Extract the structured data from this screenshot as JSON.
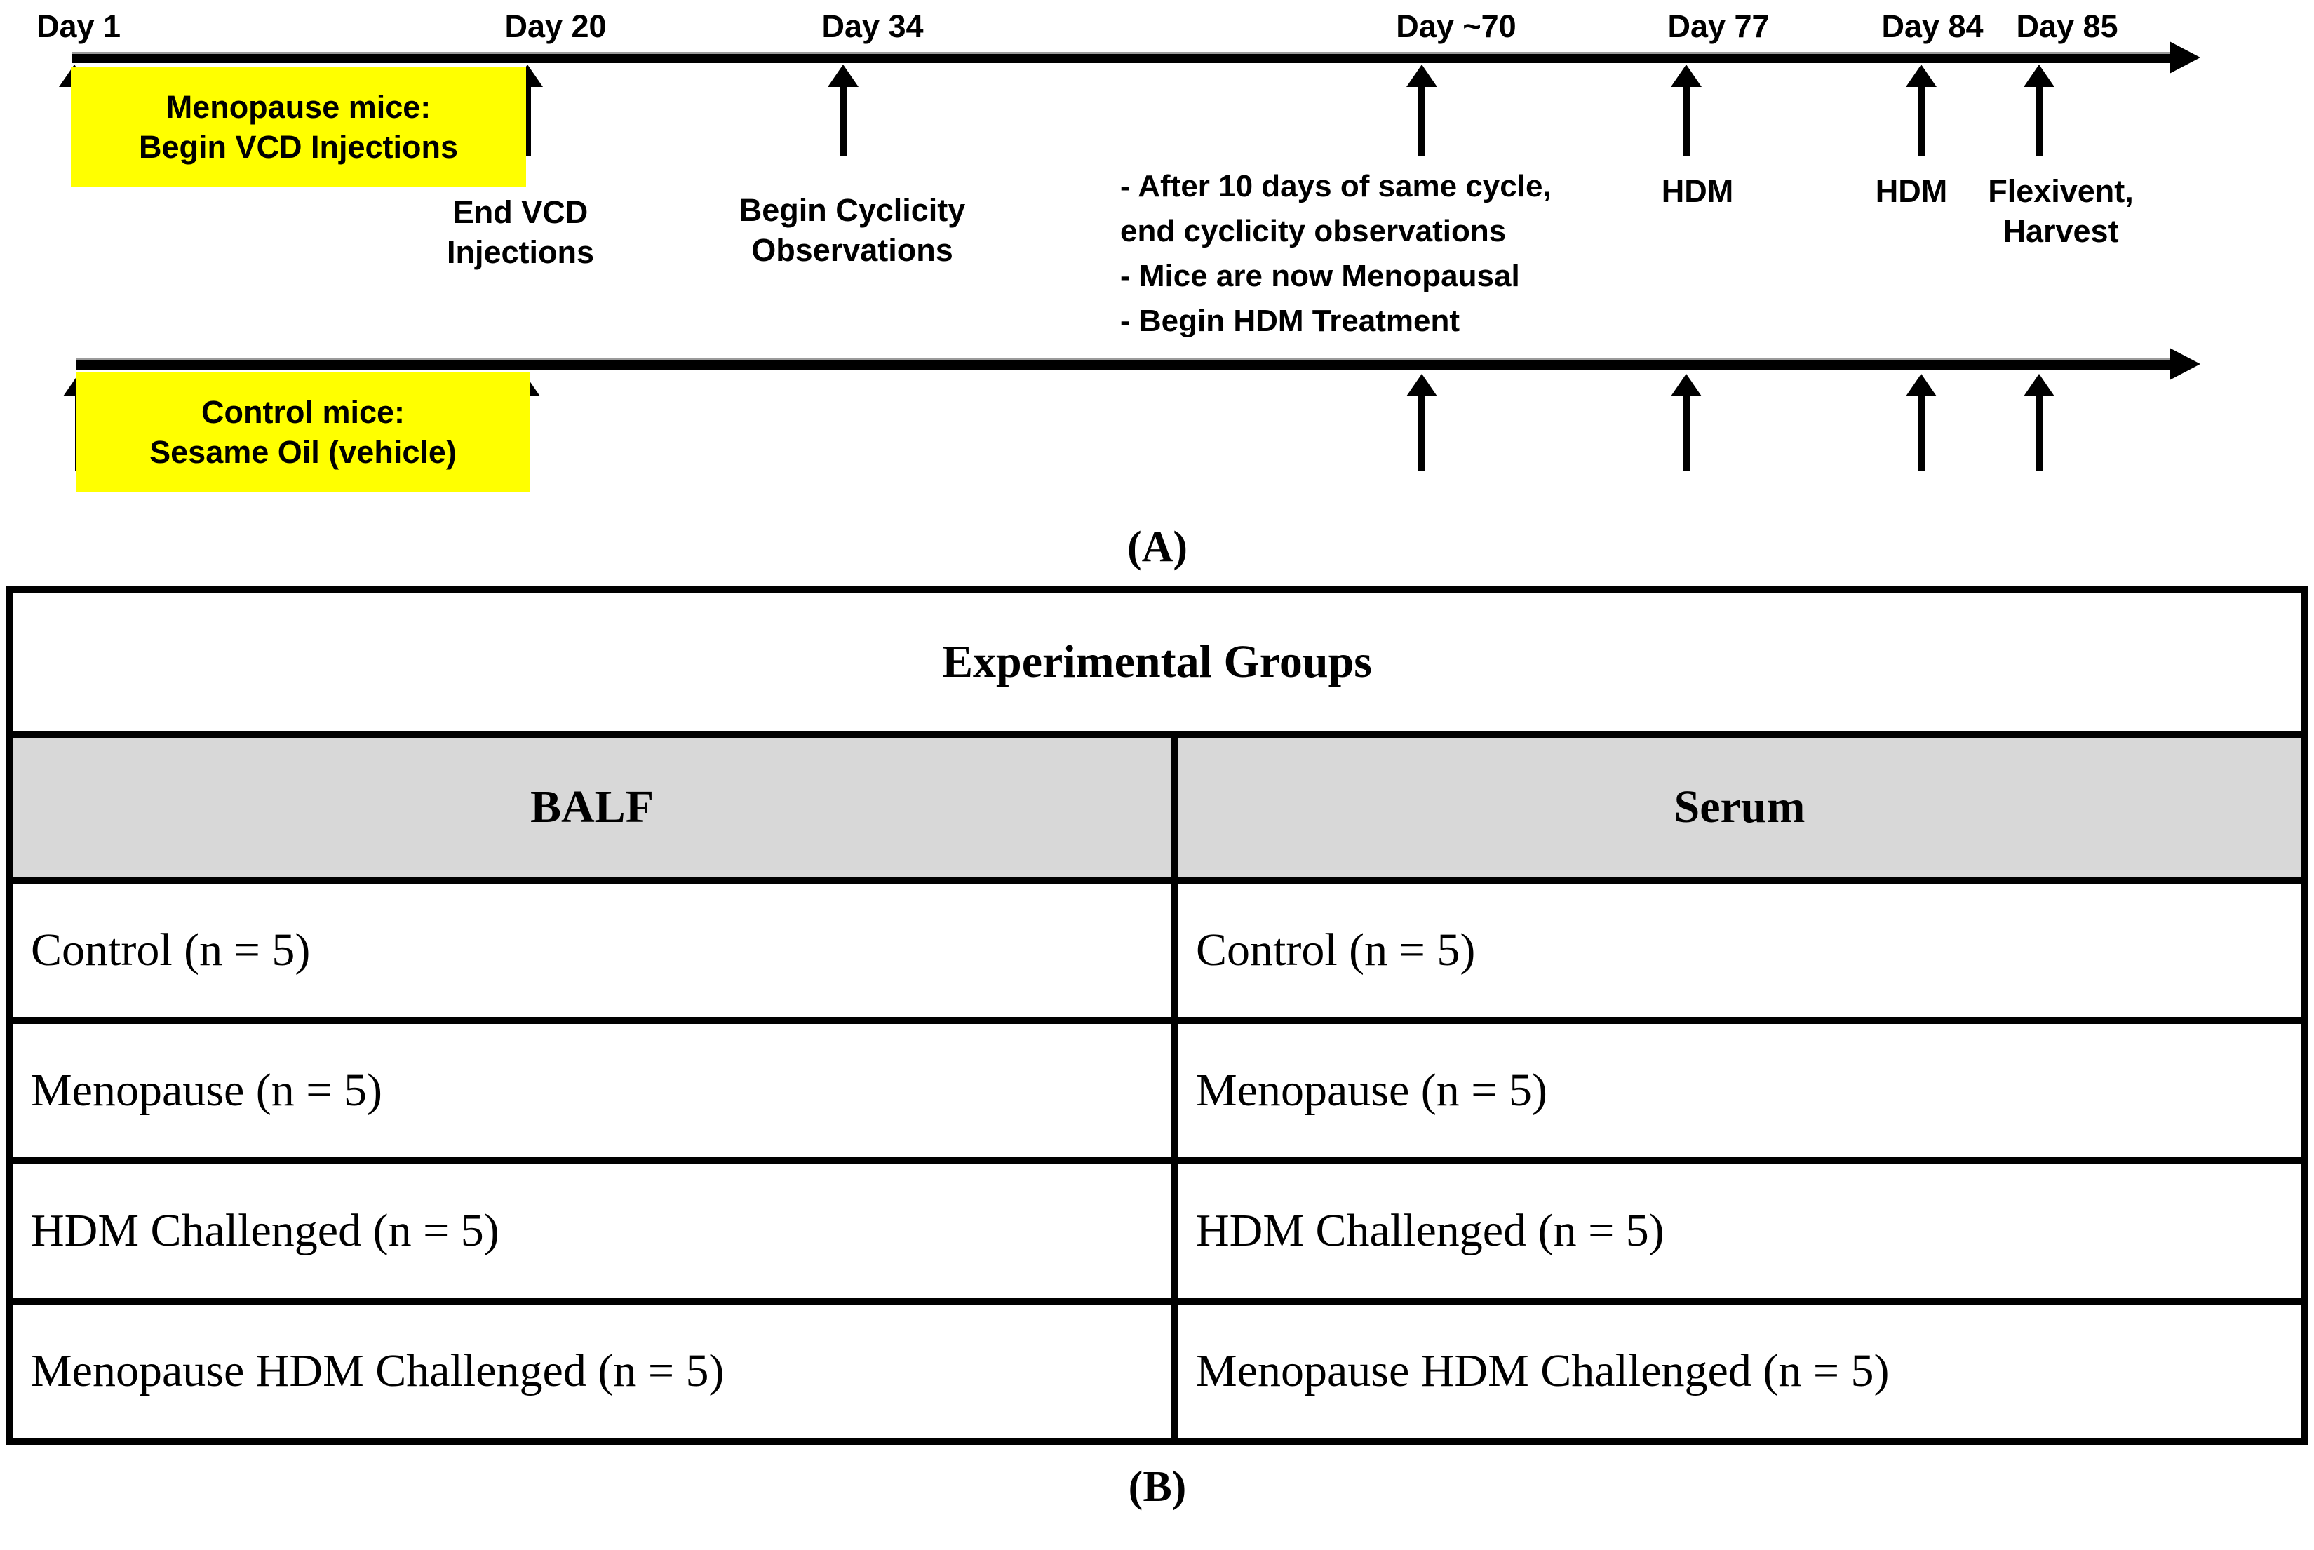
{
  "panel_a": {
    "caption": "(A)",
    "highlight_color": "#ffff00",
    "days": {
      "d1": "Day 1",
      "d20": "Day 20",
      "d34": "Day 34",
      "d70": "Day ~70",
      "d77": "Day 77",
      "d84": "Day 84",
      "d85": "Day 85"
    },
    "menopause_box": {
      "line1": "Menopause mice:",
      "line2": "Begin VCD Injections"
    },
    "control_box": {
      "line1": "Control mice:",
      "line2": "Sesame Oil (vehicle)"
    },
    "end_vcd": {
      "line1": "End VCD",
      "line2": "Injections"
    },
    "begin_cyclicity": {
      "line1": "Begin Cyclicity",
      "line2": "Observations"
    },
    "day70_notes": {
      "line1": "- After 10 days of same cycle,",
      "line2": "end cyclicity observations",
      "line3": "- Mice are now Menopausal",
      "line4": "- Begin HDM Treatment"
    },
    "hdm_77": "HDM",
    "hdm_84": "HDM",
    "flexivent": {
      "line1": "Flexivent,",
      "line2": "Harvest"
    }
  },
  "panel_b": {
    "caption": "(B)",
    "table": {
      "title": "Experimental Groups",
      "header_bg": "#d8d8d8",
      "columns": [
        "BALF",
        "Serum"
      ],
      "rows": [
        [
          "Control (n = 5)",
          "Control (n = 5)"
        ],
        [
          "Menopause (n = 5)",
          "Menopause (n = 5)"
        ],
        [
          "HDM Challenged (n = 5)",
          "HDM Challenged (n = 5)"
        ],
        [
          "Menopause HDM Challenged (n = 5)",
          "Menopause HDM Challenged (n = 5)"
        ]
      ]
    }
  }
}
